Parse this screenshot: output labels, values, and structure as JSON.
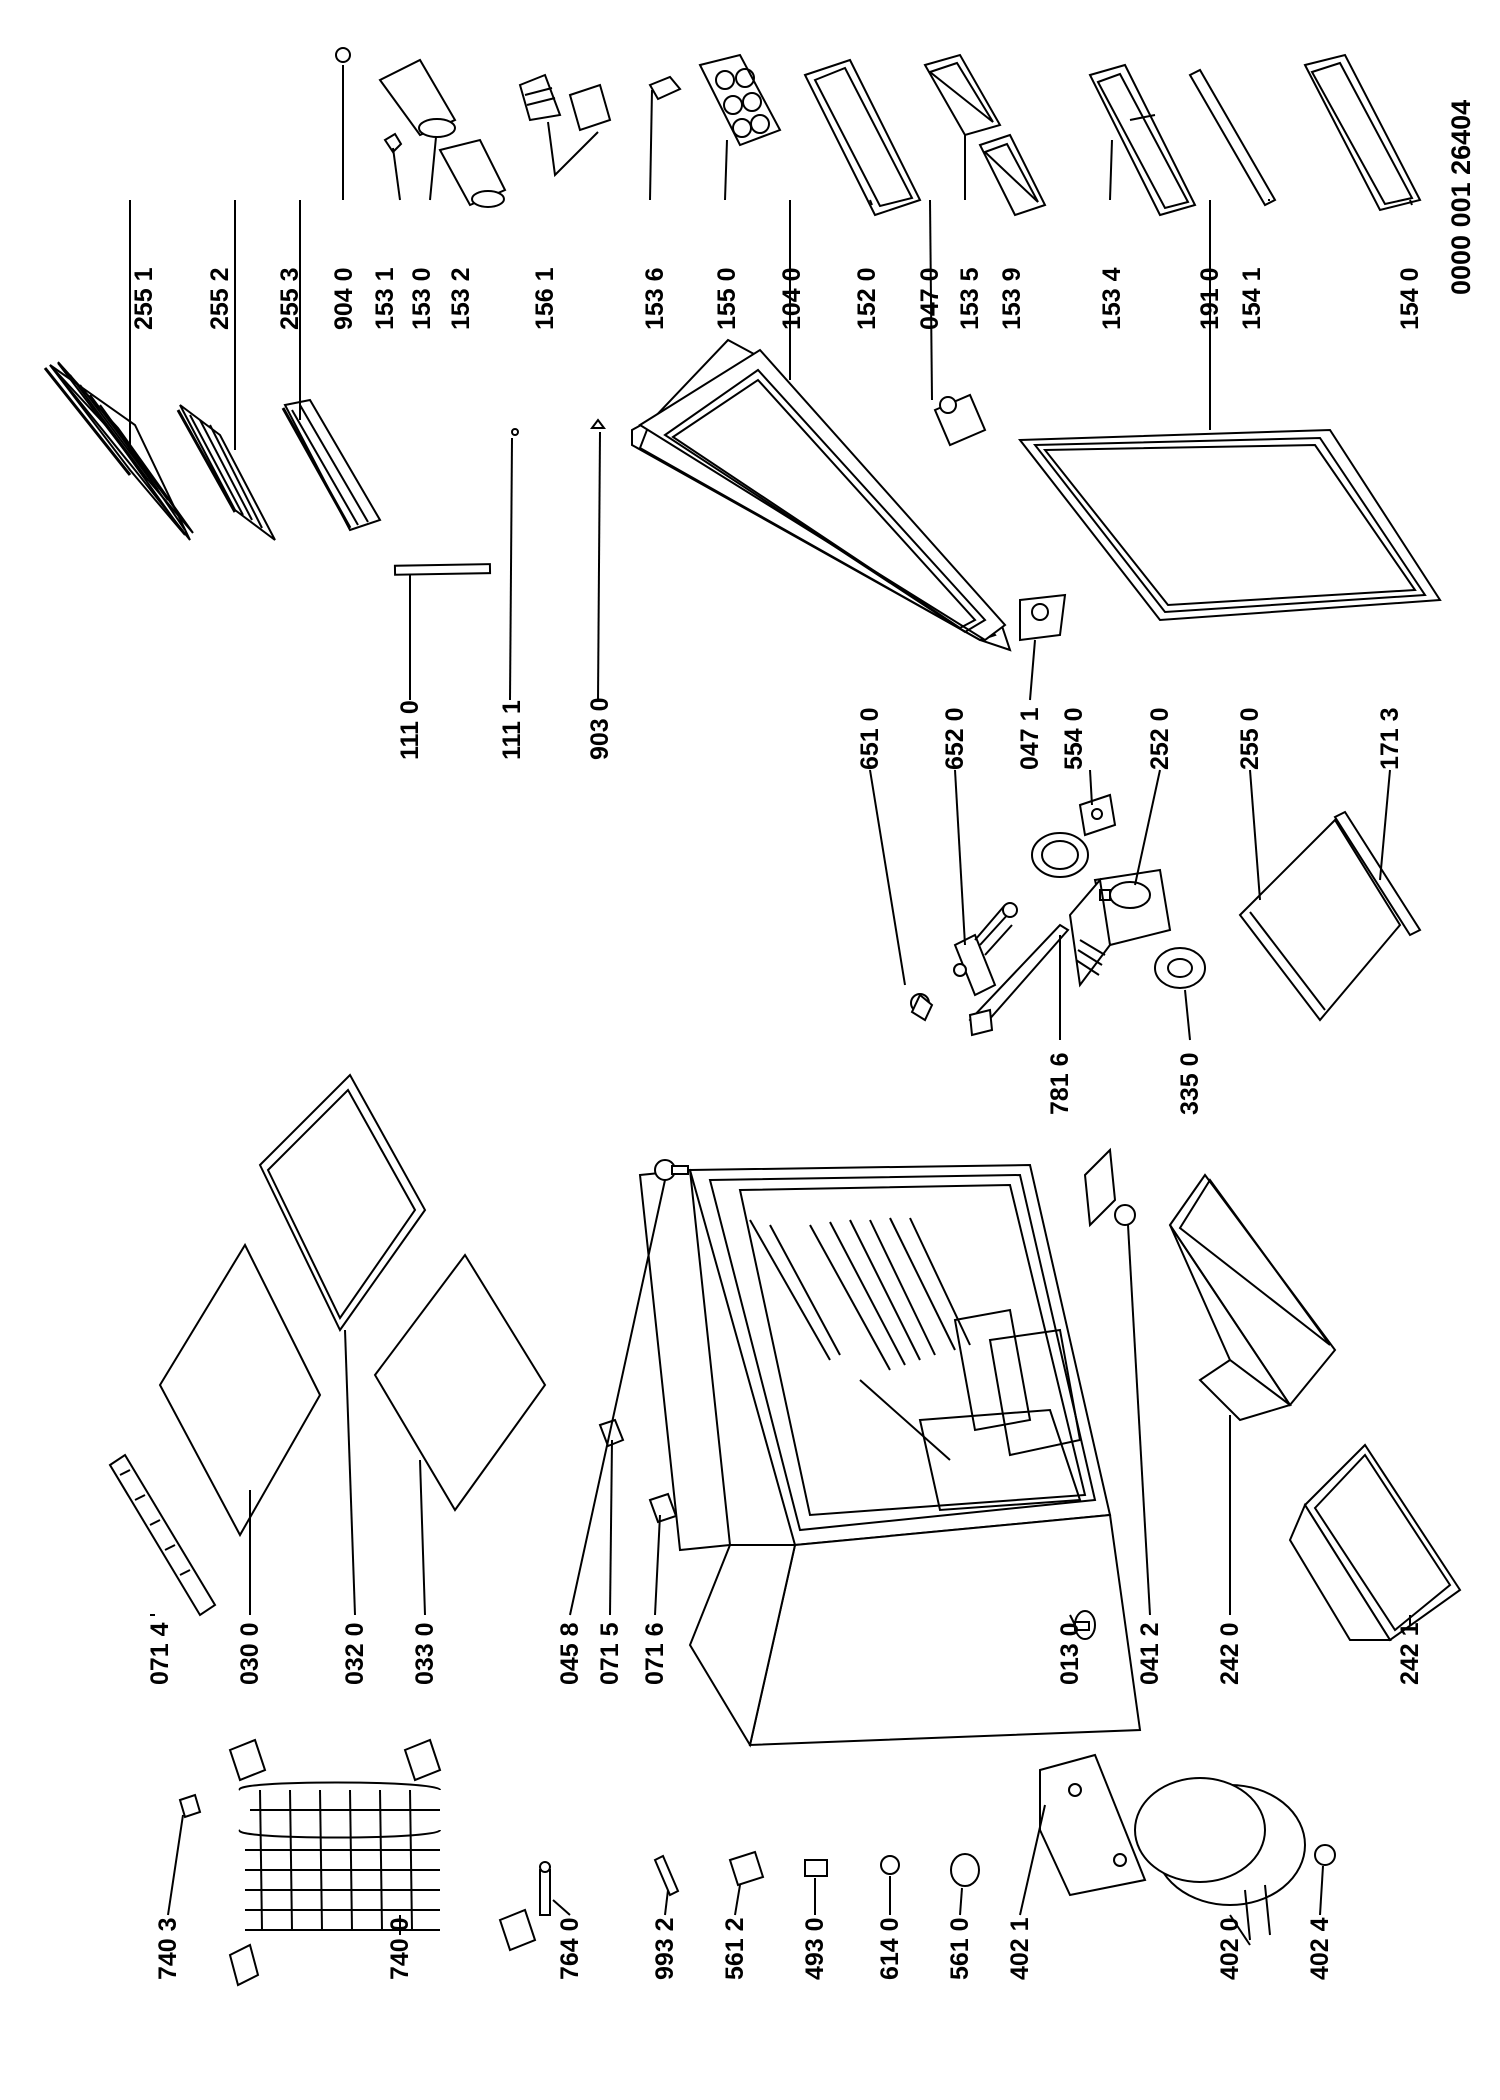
{
  "document_number": "0000 001 26404",
  "labels": {
    "p2551": "255 1",
    "p2552": "255 2",
    "p2553": "255 3",
    "p9040": "904 0",
    "p1531": "153 1",
    "p1530": "153 0",
    "p1532": "153 2",
    "p1561": "156 1",
    "p1536": "153 6",
    "p1550": "155 0",
    "p1040": "104 0",
    "p1520": "152 0",
    "p0470": "047 0",
    "p1535": "153 5",
    "p1539": "153 9",
    "p1534": "153 4",
    "p1910": "191 0",
    "p1541": "154 1",
    "p1540": "154 0",
    "p1110": "111 0",
    "p1111": "111 1",
    "p9030": "903 0",
    "p6510": "651 0",
    "p6520": "652 0",
    "p0471": "047 1",
    "p5540": "554 0",
    "p2520": "252 0",
    "p2550": "255 0",
    "p1713": "171 3",
    "p7816": "781 6",
    "p3350": "335 0",
    "p0714": "071 4",
    "p0300": "030 0",
    "p0320": "032 0",
    "p0330": "033 0",
    "p0458": "045 8",
    "p0715": "071 5",
    "p0716": "071 6",
    "p0130": "013 0",
    "p0412": "041 2",
    "p2420": "242 0",
    "p2421": "242 1",
    "p7403": "740 3",
    "p7400": "740 0",
    "p7640": "764 0",
    "p9932": "993 2",
    "p5612": "561 2",
    "p4930": "493 0",
    "p6140": "614 0",
    "p5610": "561 0",
    "p4021": "402 1",
    "p4020": "402 0",
    "p4024": "402 4"
  }
}
